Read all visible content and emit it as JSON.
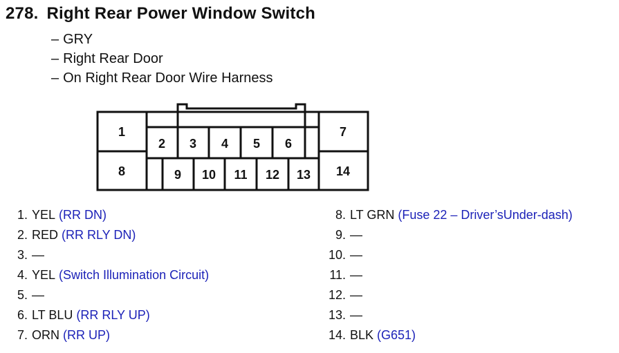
{
  "header": {
    "number": "278.",
    "title": "Right Rear Power Window Switch"
  },
  "specs": [
    {
      "dash": "–",
      "text": "GRY"
    },
    {
      "dash": "–",
      "text": "Right Rear Door"
    },
    {
      "dash": "–",
      "text": "On Right Rear Door Wire Harness"
    }
  ],
  "connector": {
    "pins": [
      "1",
      "2",
      "3",
      "4",
      "5",
      "6",
      "7",
      "8",
      "9",
      "10",
      "11",
      "12",
      "13",
      "14"
    ]
  },
  "pinout": {
    "left": [
      {
        "num": "1.",
        "color": "YEL",
        "circuit": "(RR DN)"
      },
      {
        "num": "2.",
        "color": "RED",
        "circuit": "(RR RLY DN)"
      },
      {
        "num": "3.",
        "color": "—",
        "circuit": ""
      },
      {
        "num": "4.",
        "color": "YEL",
        "circuit": "(Switch Illumination Circuit)"
      },
      {
        "num": "5.",
        "color": "—",
        "circuit": ""
      },
      {
        "num": "6.",
        "color": "LT BLU",
        "circuit": "(RR RLY UP)"
      },
      {
        "num": "7.",
        "color": "ORN",
        "circuit": "(RR UP)"
      }
    ],
    "right": [
      {
        "num": "8.",
        "color": "LT GRN",
        "circuit": "(Fuse 22 – Driver’sUnder-dash)"
      },
      {
        "num": "9.",
        "color": "—",
        "circuit": ""
      },
      {
        "num": "10.",
        "color": "—",
        "circuit": ""
      },
      {
        "num": "11.",
        "color": "—",
        "circuit": ""
      },
      {
        "num": "12.",
        "color": "—",
        "circuit": ""
      },
      {
        "num": "13.",
        "color": "—",
        "circuit": ""
      },
      {
        "num": "14.",
        "color": "BLK",
        "circuit": "(G651)"
      }
    ]
  },
  "colors": {
    "text": "#111111",
    "circuit": "#1c22b8",
    "outline": "#111111"
  }
}
